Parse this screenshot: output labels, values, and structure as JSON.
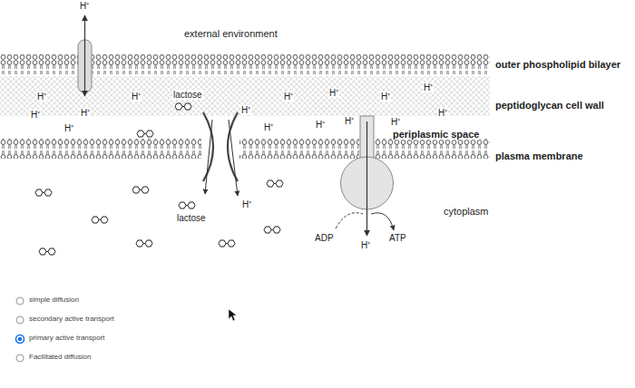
{
  "diagram": {
    "labels": [
      "H⁺",
      "external environment",
      "outer phospholipid bilayer",
      "H⁺",
      "H⁺",
      "lactose",
      "H⁺",
      "H⁺",
      "H⁺",
      "H⁺",
      "H⁺",
      "peptidoglycan cell wall",
      "H⁺",
      "H⁺",
      "H⁺",
      "H⁺",
      "H⁺",
      "H⁺",
      "H⁺",
      "H⁺",
      "periplasmic space",
      "plasma membrane",
      "cytoplasm",
      "H⁺",
      "lactose",
      "ADP",
      "H⁺",
      "ATP",
      "simple diffusion",
      "secondary active transport",
      "primary active transport",
      "Facilitated diffusion"
    ]
  }
}
